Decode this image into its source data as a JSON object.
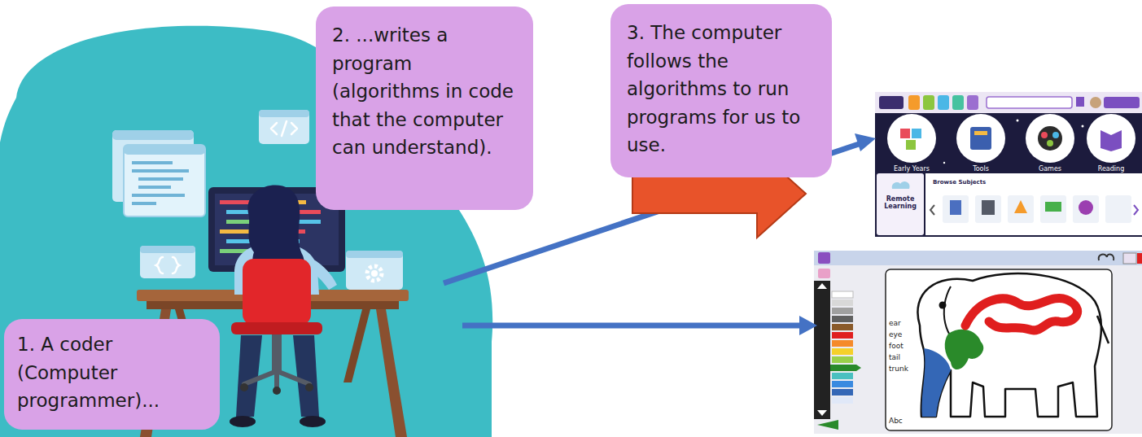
{
  "diagram": {
    "nodes": [
      {
        "text": [
          "1. A coder (Computer programmer)..."
        ]
      },
      {
        "text": [
          "2. ...writes a program (algorithms in code that the computer can understand)."
        ]
      },
      {
        "text": [
          "3. The computer follows the algorithms to run programs for us to use."
        ]
      }
    ],
    "labels": [
      "Early Years",
      "Tools",
      "Games",
      "Reading",
      "Remote Learning",
      "Browse Subjects",
      "ear",
      "eye",
      "foot",
      "tail",
      "trunk",
      "Abc"
    ]
  }
}
